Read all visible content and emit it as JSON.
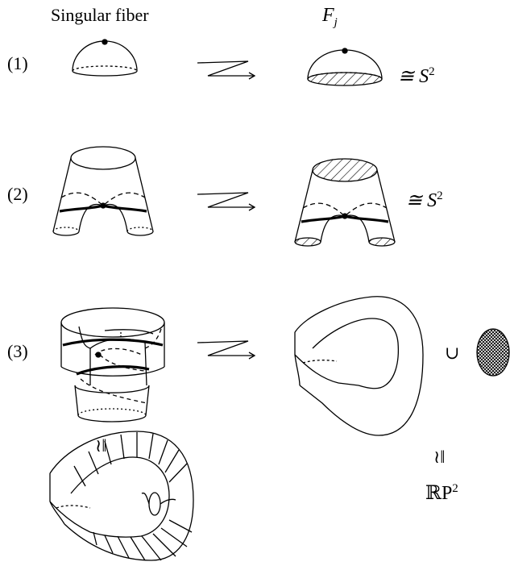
{
  "headers": {
    "singular_fiber": "Singular fiber",
    "fj": "F",
    "fj_sub": "j"
  },
  "rows": [
    {
      "label": "(1)",
      "result": "≅ S",
      "result_sup": "2"
    },
    {
      "label": "(2)",
      "result": "≅ S",
      "result_sup": "2"
    },
    {
      "label": "(3)",
      "result": "∪"
    }
  ],
  "relations": {
    "isomorphic_left": "≀ǁ",
    "isomorphic_right": "≀ǁ",
    "rp2": "ℝP",
    "rp2_sup": "2"
  },
  "colors": {
    "ink": "#000000",
    "hatch_fill": "#888888",
    "background": "#ffffff"
  },
  "icons": {
    "arrow": "zigzag-arrow-icon"
  }
}
